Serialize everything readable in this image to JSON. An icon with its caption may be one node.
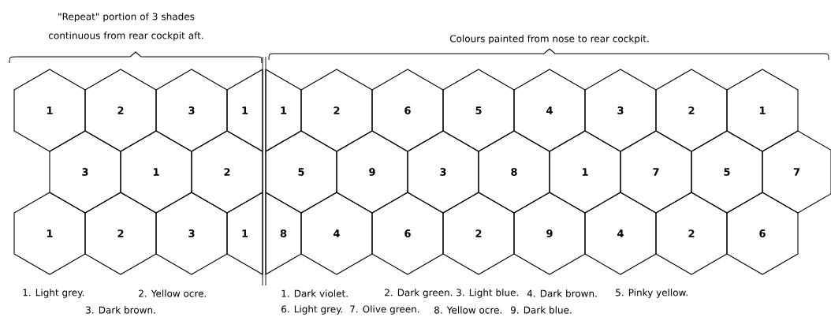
{
  "diagram": {
    "nodes": [
      {
        "text": [
          "1"
        ]
      },
      {
        "text": [
          "2"
        ]
      },
      {
        "text": [
          "3"
        ]
      },
      {
        "text": [
          "1"
        ]
      },
      {
        "text": [
          "1"
        ]
      },
      {
        "text": [
          "2"
        ]
      },
      {
        "text": [
          "6"
        ]
      },
      {
        "text": [
          "5"
        ]
      },
      {
        "text": [
          "4"
        ]
      },
      {
        "text": [
          "3"
        ]
      },
      {
        "text": [
          "2"
        ]
      },
      {
        "text": [
          "1"
        ]
      },
      {
        "text": [
          "3"
        ]
      },
      {
        "text": [
          "1"
        ]
      },
      {
        "text": [
          "2"
        ]
      },
      {
        "text": [
          "5"
        ]
      },
      {
        "text": [
          "9"
        ]
      },
      {
        "text": [
          "3"
        ]
      },
      {
        "text": [
          "8"
        ]
      },
      {
        "text": [
          "1"
        ]
      },
      {
        "text": [
          "7"
        ]
      },
      {
        "text": [
          "5"
        ]
      },
      {
        "text": [
          "7"
        ]
      },
      {
        "text": [
          "1"
        ]
      },
      {
        "text": [
          "2"
        ]
      },
      {
        "text": [
          "3"
        ]
      },
      {
        "text": [
          "1"
        ]
      },
      {
        "text": [
          "8"
        ]
      },
      {
        "text": [
          "4"
        ]
      },
      {
        "text": [
          "6"
        ]
      },
      {
        "text": [
          "2"
        ]
      },
      {
        "text": [
          "9"
        ]
      },
      {
        "text": [
          "4"
        ]
      },
      {
        "text": [
          "2"
        ]
      },
      {
        "text": [
          "6"
        ]
      }
    ],
    "edges": [],
    "labels": [
      "\"Repeat\" portion of 3 shades continuous from rear cockpit aft.",
      "Colours painted from nose to rear cockpit.",
      "1. Light grey.",
      "2. Yellow ocre.",
      "3. Dark brown.",
      "1. Dark violet.",
      "2. Dark green.",
      "3. Light blue.",
      "4. Dark brown.",
      "5. Pinky yellow.",
      "6. Light grey.",
      "7. Olive green.",
      "8. Yellow ocre.",
      "9. Dark blue."
    ]
  }
}
